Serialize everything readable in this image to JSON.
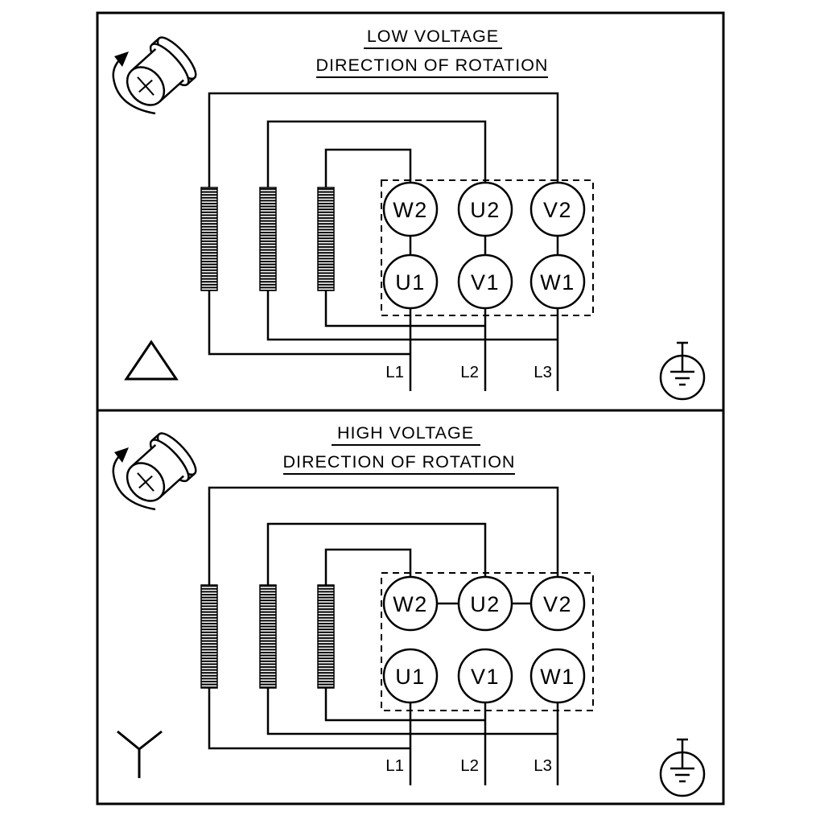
{
  "diagram": {
    "background_color": "#ffffff",
    "line_color": "#000000",
    "panels": [
      {
        "name": "low-voltage",
        "title": "LOW VOLTAGE",
        "subtitle": "DIRECTION OF ROTATION",
        "connection": "delta",
        "icons": [
          "rotation-direction-icon",
          "delta-symbol",
          "earth-ground-icon"
        ],
        "terminals": {
          "top": [
            "W2",
            "U2",
            "V2"
          ],
          "bottom": [
            "U1",
            "V1",
            "W1"
          ]
        },
        "supply_lines": [
          "L1",
          "L2",
          "L3"
        ]
      },
      {
        "name": "high-voltage",
        "title": "HIGH VOLTAGE",
        "subtitle": "DIRECTION OF ROTATION",
        "connection": "star",
        "icons": [
          "rotation-direction-icon",
          "star-symbol",
          "earth-ground-icon"
        ],
        "terminals": {
          "top": [
            "W2",
            "U2",
            "V2"
          ],
          "bottom": [
            "U1",
            "V1",
            "W1"
          ]
        },
        "supply_lines": [
          "L1",
          "L2",
          "L3"
        ]
      }
    ]
  }
}
